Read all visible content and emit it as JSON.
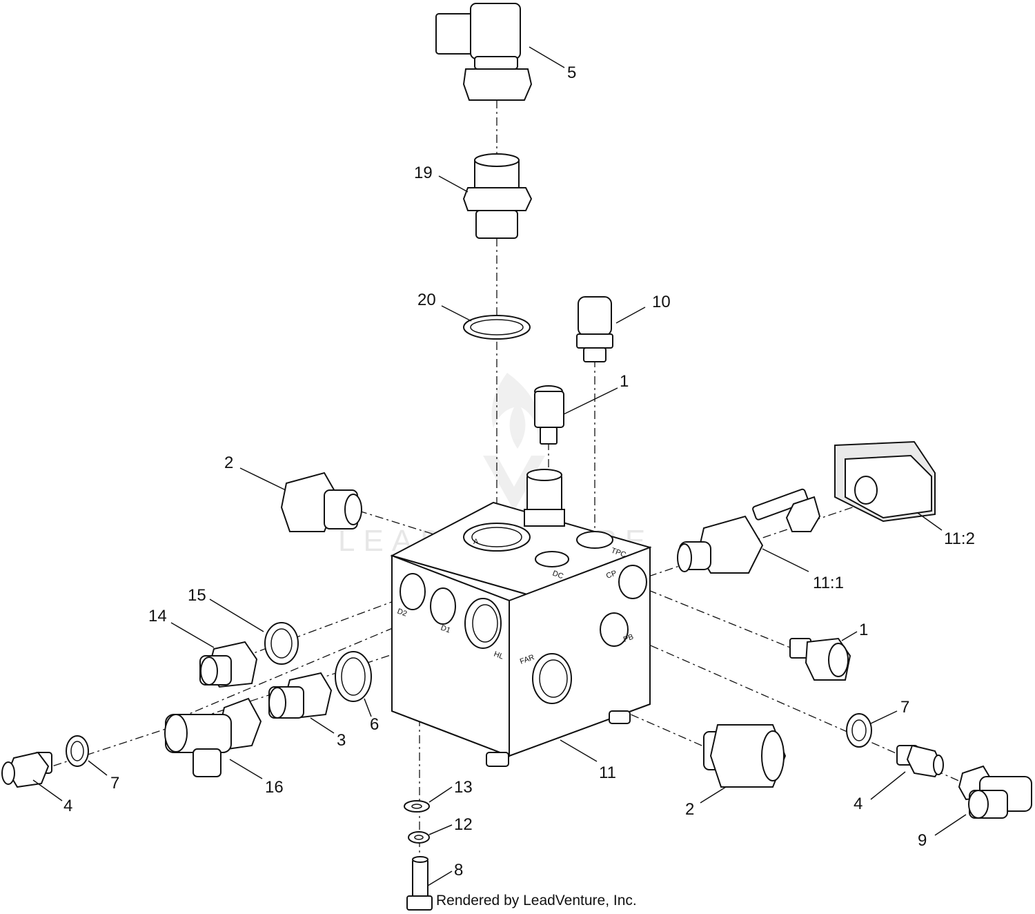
{
  "diagram": {
    "watermark": "LEADVENTURE",
    "credit": "Rendered by LeadVenture, Inc.",
    "ports": {
      "a": "A",
      "tpc": "TPC",
      "dc": "DC",
      "cp": "CP",
      "pb": "PB",
      "d2": "D2",
      "d1": "D1",
      "hl": "HL",
      "far": "FAR"
    },
    "callouts": [
      {
        "id": "c5",
        "text": "5"
      },
      {
        "id": "c19",
        "text": "19"
      },
      {
        "id": "c20",
        "text": "20"
      },
      {
        "id": "c10",
        "text": "10"
      },
      {
        "id": "c1a",
        "text": "1"
      },
      {
        "id": "c2a",
        "text": "2"
      },
      {
        "id": "c112",
        "text": "11:2"
      },
      {
        "id": "c111",
        "text": "11:1"
      },
      {
        "id": "c15",
        "text": "15"
      },
      {
        "id": "c14",
        "text": "14"
      },
      {
        "id": "c1b",
        "text": "1"
      },
      {
        "id": "c7a",
        "text": "7"
      },
      {
        "id": "c6",
        "text": "6"
      },
      {
        "id": "c3",
        "text": "3"
      },
      {
        "id": "c7b",
        "text": "7"
      },
      {
        "id": "c16",
        "text": "16"
      },
      {
        "id": "c4a",
        "text": "4"
      },
      {
        "id": "c11",
        "text": "11"
      },
      {
        "id": "c13",
        "text": "13"
      },
      {
        "id": "c12",
        "text": "12"
      },
      {
        "id": "c8",
        "text": "8"
      },
      {
        "id": "c2b",
        "text": "2"
      },
      {
        "id": "c4b",
        "text": "4"
      },
      {
        "id": "c9",
        "text": "9"
      }
    ]
  }
}
